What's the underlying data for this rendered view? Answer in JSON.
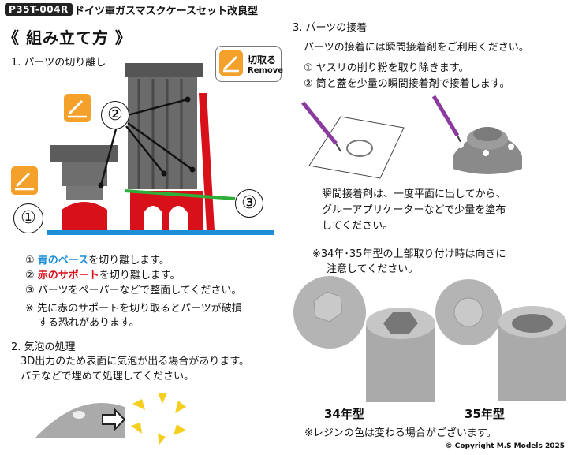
{
  "header": {
    "code": "P35T-004R",
    "title": "ドイツ軍ガスマスクケースセット改良型"
  },
  "main_heading": "《 組み立て方 》",
  "remove_badge": {
    "ja": "切取る",
    "en": "Remove",
    "icon": "cut-icon"
  },
  "section1": {
    "title": "1. パーツの切り離し",
    "callouts": [
      "①",
      "②",
      "③"
    ],
    "steps": [
      {
        "num": "①",
        "highlight": "青のベース",
        "rest": "を切り離します。"
      },
      {
        "num": "②",
        "highlight": "赤のサポート",
        "rest": "を切り離します。"
      },
      {
        "num": "③",
        "text": "パーツをペーパーなどで整面してください。"
      }
    ],
    "note_line1": "※ 先に赤のサポートを切り取るとパーツが破損",
    "note_line2": "する恐れがあります。"
  },
  "section2": {
    "title": "2. 気泡の処理",
    "line1": "3D出力のため表面に気泡が出る場合があります。",
    "line2": "パテなどで埋めて処理してください。"
  },
  "section3": {
    "title": "3. パーツの接着",
    "intro": "パーツの接着には瞬間接着剤をご利用ください。",
    "step1": "① ヤスリの削り粉を取り除きます。",
    "step2": "② 筒と蓋を少量の瞬間接着剤で接着します。",
    "glue_line1": "瞬間接着剤は、一度平面に出してから、",
    "glue_line2": "グルーアプリケーターなどで少量を塗布",
    "glue_line3": "してください。",
    "note_line1": "※34年･35年型の上部取り付け時は向きに",
    "note_line2": "注意してください。",
    "label_34": "34年型",
    "label_35": "35年型",
    "resin_note": "※レジンの色は変わる場合がございます。"
  },
  "copyright": "© Copyright M.S Models 2025",
  "colors": {
    "blue_base": "#1d8fd6",
    "red_support": "#d8101a",
    "orange_icon": "#f3a12a",
    "green_line": "#2fae3a",
    "part_grey": "#6b6b6b",
    "glue_pen": "#8b3aa0"
  }
}
